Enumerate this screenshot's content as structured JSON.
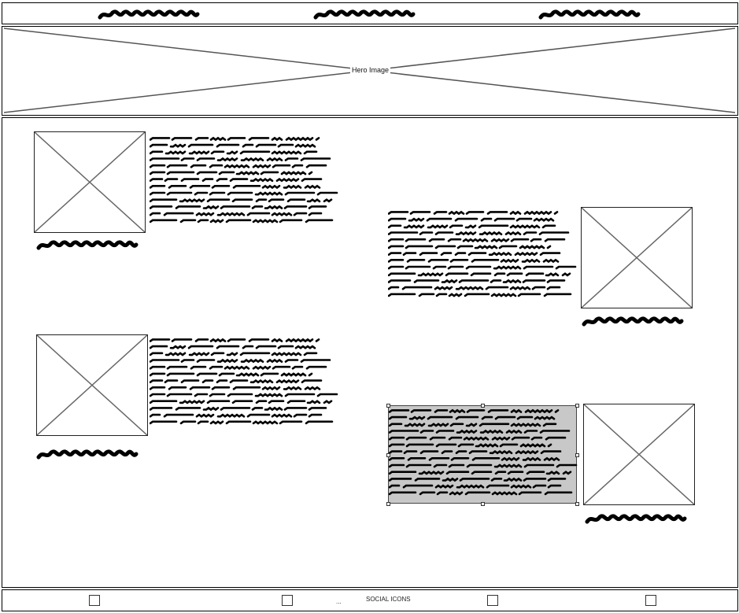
{
  "nav": {
    "items": [
      {
        "name": "nav-item-1"
      },
      {
        "name": "nav-item-2"
      },
      {
        "name": "nav-item-3"
      }
    ]
  },
  "hero": {
    "label": "Hero Image"
  },
  "content": {
    "items": [
      {
        "name": "feature-1",
        "selected": false
      },
      {
        "name": "feature-2",
        "selected": false
      },
      {
        "name": "feature-3",
        "selected": false
      },
      {
        "name": "feature-4",
        "selected": true
      }
    ],
    "selection_fill": "#c8c8c8"
  },
  "footer": {
    "ellipsis": "...",
    "social_label": "SOCIAL ICONS",
    "checkbox_count": 4
  }
}
